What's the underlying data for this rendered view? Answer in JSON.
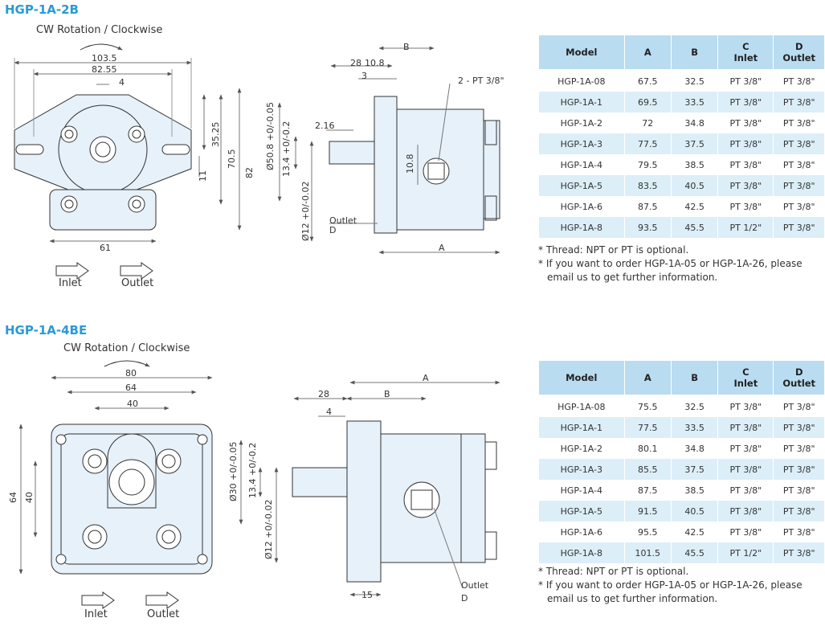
{
  "sections": [
    {
      "title": "HGP-1A-2B",
      "rotation_label": "CW Rotation / Clockwise",
      "inlet_label": "Inlet",
      "outlet_label": "Outlet",
      "front_dims": {
        "w1": "103.5",
        "w2": "82.55",
        "w3": "4",
        "h1": "35.25",
        "h2": "70.5",
        "h3": "82",
        "h4": "11",
        "bottom": "61"
      },
      "side_dims": {
        "d1": "28",
        "d2": "10.8",
        "d3": "3",
        "d4": "2.16",
        "top": "B",
        "thread": "2 - PT 3/8\"",
        "dia1": "Ø50.8 +0/-0.05",
        "dia2": "13.4 +0/-0.2",
        "dia3": "Ø12 +0/-0.02",
        "h": "10.8",
        "outlet": "Outlet",
        "outlet_d": "D",
        "bottom": "A"
      },
      "table": {
        "headers": {
          "model": "Model",
          "a": "A",
          "b": "B",
          "c1": "C",
          "c2": "Inlet",
          "d1": "D",
          "d2": "Outlet"
        },
        "rows": [
          {
            "model": "HGP-1A-08",
            "a": "67.5",
            "b": "32.5",
            "c": "PT 3/8\"",
            "d": "PT 3/8\""
          },
          {
            "model": "HGP-1A-1",
            "a": "69.5",
            "b": "33.5",
            "c": "PT 3/8\"",
            "d": "PT 3/8\""
          },
          {
            "model": "HGP-1A-2",
            "a": "72",
            "b": "34.8",
            "c": "PT 3/8\"",
            "d": "PT 3/8\""
          },
          {
            "model": "HGP-1A-3",
            "a": "77.5",
            "b": "37.5",
            "c": "PT 3/8\"",
            "d": "PT 3/8\""
          },
          {
            "model": "HGP-1A-4",
            "a": "79.5",
            "b": "38.5",
            "c": "PT 3/8\"",
            "d": "PT 3/8\""
          },
          {
            "model": "HGP-1A-5",
            "a": "83.5",
            "b": "40.5",
            "c": "PT 3/8\"",
            "d": "PT 3/8\""
          },
          {
            "model": "HGP-1A-6",
            "a": "87.5",
            "b": "42.5",
            "c": "PT 3/8\"",
            "d": "PT 3/8\""
          },
          {
            "model": "HGP-1A-8",
            "a": "93.5",
            "b": "45.5",
            "c": "PT 1/2\"",
            "d": "PT 3/8\""
          }
        ]
      },
      "notes": [
        "* Thread: NPT or PT is optional.",
        "* If you want to order HGP-1A-05 or HGP-1A-26, please",
        "email us to get further information."
      ]
    },
    {
      "title": "HGP-1A-4BE",
      "rotation_label": "CW Rotation / Clockwise",
      "inlet_label": "Inlet",
      "outlet_label": "Outlet",
      "front_dims": {
        "w1": "80",
        "w2": "64",
        "w3": "40",
        "h1": "64",
        "h2": "40"
      },
      "side_dims": {
        "top": "A",
        "d1": "28",
        "d2": "B",
        "d3": "4",
        "dia1": "Ø30 +0/-0.05",
        "dia2": "13.4 +0/-0.2",
        "dia3": "Ø12 +0/-0.02",
        "outlet": "Outlet",
        "outlet_d": "D",
        "bottom": "15"
      },
      "table": {
        "headers": {
          "model": "Model",
          "a": "A",
          "b": "B",
          "c1": "C",
          "c2": "Inlet",
          "d1": "D",
          "d2": "Outlet"
        },
        "rows": [
          {
            "model": "HGP-1A-08",
            "a": "75.5",
            "b": "32.5",
            "c": "PT 3/8\"",
            "d": "PT 3/8\""
          },
          {
            "model": "HGP-1A-1",
            "a": "77.5",
            "b": "33.5",
            "c": "PT 3/8\"",
            "d": "PT 3/8\""
          },
          {
            "model": "HGP-1A-2",
            "a": "80.1",
            "b": "34.8",
            "c": "PT 3/8\"",
            "d": "PT 3/8\""
          },
          {
            "model": "HGP-1A-3",
            "a": "85.5",
            "b": "37.5",
            "c": "PT 3/8\"",
            "d": "PT 3/8\""
          },
          {
            "model": "HGP-1A-4",
            "a": "87.5",
            "b": "38.5",
            "c": "PT 3/8\"",
            "d": "PT 3/8\""
          },
          {
            "model": "HGP-1A-5",
            "a": "91.5",
            "b": "40.5",
            "c": "PT 3/8\"",
            "d": "PT 3/8\""
          },
          {
            "model": "HGP-1A-6",
            "a": "95.5",
            "b": "42.5",
            "c": "PT 3/8\"",
            "d": "PT 3/8\""
          },
          {
            "model": "HGP-1A-8",
            "a": "101.5",
            "b": "45.5",
            "c": "PT 1/2\"",
            "d": "PT 3/8\""
          }
        ]
      },
      "notes": [
        "* Thread: NPT or PT is optional.",
        "* If you want to order HGP-1A-05 or HGP-1A-26, please",
        "email us to get further information."
      ]
    }
  ],
  "colors": {
    "title": "#2a9ad6",
    "header_bg": "#b9dcf1",
    "row_alt_bg": "#dceef8",
    "part_fill": "#e6f1fa",
    "line": "#333333"
  }
}
